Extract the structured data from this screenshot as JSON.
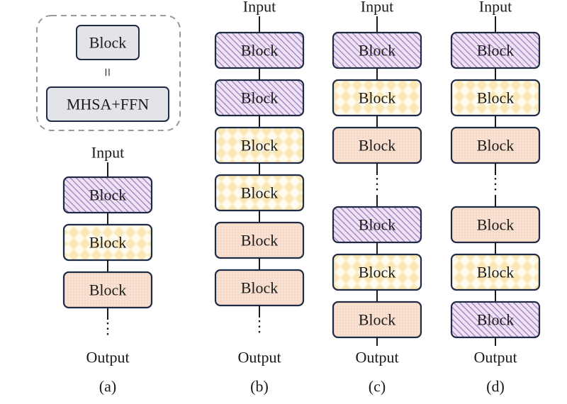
{
  "legend": {
    "block_label": "Block",
    "equals_symbol": "=",
    "expansion_label": "MHSA+FFN"
  },
  "panels": [
    {
      "id": "a",
      "caption": "(a)",
      "input_label": "Input",
      "output_label": "Output",
      "nodes": [
        {
          "kind": "block",
          "label": "Block",
          "pattern": "purple-hatch"
        },
        {
          "kind": "block",
          "label": "Block",
          "pattern": "yellow-diamond"
        },
        {
          "kind": "block",
          "label": "Block",
          "pattern": "peach-dot"
        },
        {
          "kind": "ellipsis",
          "label": "⋮"
        }
      ]
    },
    {
      "id": "b",
      "caption": "(b)",
      "input_label": "Input",
      "output_label": "Output",
      "nodes": [
        {
          "kind": "block",
          "label": "Block",
          "pattern": "purple-hatch"
        },
        {
          "kind": "block",
          "label": "Block",
          "pattern": "purple-hatch"
        },
        {
          "kind": "block",
          "label": "Block",
          "pattern": "yellow-diamond"
        },
        {
          "kind": "block",
          "label": "Block",
          "pattern": "yellow-diamond"
        },
        {
          "kind": "block",
          "label": "Block",
          "pattern": "peach-dot"
        },
        {
          "kind": "block",
          "label": "Block",
          "pattern": "peach-dot"
        },
        {
          "kind": "ellipsis",
          "label": "⋮"
        }
      ]
    },
    {
      "id": "c",
      "caption": "(c)",
      "input_label": "Input",
      "output_label": "Output",
      "nodes": [
        {
          "kind": "block",
          "label": "Block",
          "pattern": "purple-hatch"
        },
        {
          "kind": "block",
          "label": "Block",
          "pattern": "yellow-diamond"
        },
        {
          "kind": "block",
          "label": "Block",
          "pattern": "peach-dot"
        },
        {
          "kind": "ellipsis",
          "label": "⋮"
        },
        {
          "kind": "block",
          "label": "Block",
          "pattern": "purple-hatch"
        },
        {
          "kind": "block",
          "label": "Block",
          "pattern": "yellow-diamond"
        },
        {
          "kind": "block",
          "label": "Block",
          "pattern": "peach-dot"
        }
      ]
    },
    {
      "id": "d",
      "caption": "(d)",
      "input_label": "Input",
      "output_label": "Output",
      "nodes": [
        {
          "kind": "block",
          "label": "Block",
          "pattern": "purple-hatch"
        },
        {
          "kind": "block",
          "label": "Block",
          "pattern": "yellow-diamond"
        },
        {
          "kind": "block",
          "label": "Block",
          "pattern": "peach-dot"
        },
        {
          "kind": "ellipsis",
          "label": "⋮"
        },
        {
          "kind": "block",
          "label": "Block",
          "pattern": "peach-dot"
        },
        {
          "kind": "block",
          "label": "Block",
          "pattern": "yellow-diamond"
        },
        {
          "kind": "block",
          "label": "Block",
          "pattern": "purple-hatch"
        }
      ]
    }
  ],
  "colors": {
    "block_stroke": "#1f2a44",
    "connector": "#1a1a1a",
    "legend_fill": "#e3e4e8",
    "legend_dash": "#9a9a9a",
    "purple": "#ece3f3",
    "purple_stripe": "#9c6cbf",
    "yellow": "#fffcef",
    "yellow_diamond": "#fbe8b8",
    "peach": "#f7dccb",
    "peach_dot": "#fdf0e7"
  }
}
